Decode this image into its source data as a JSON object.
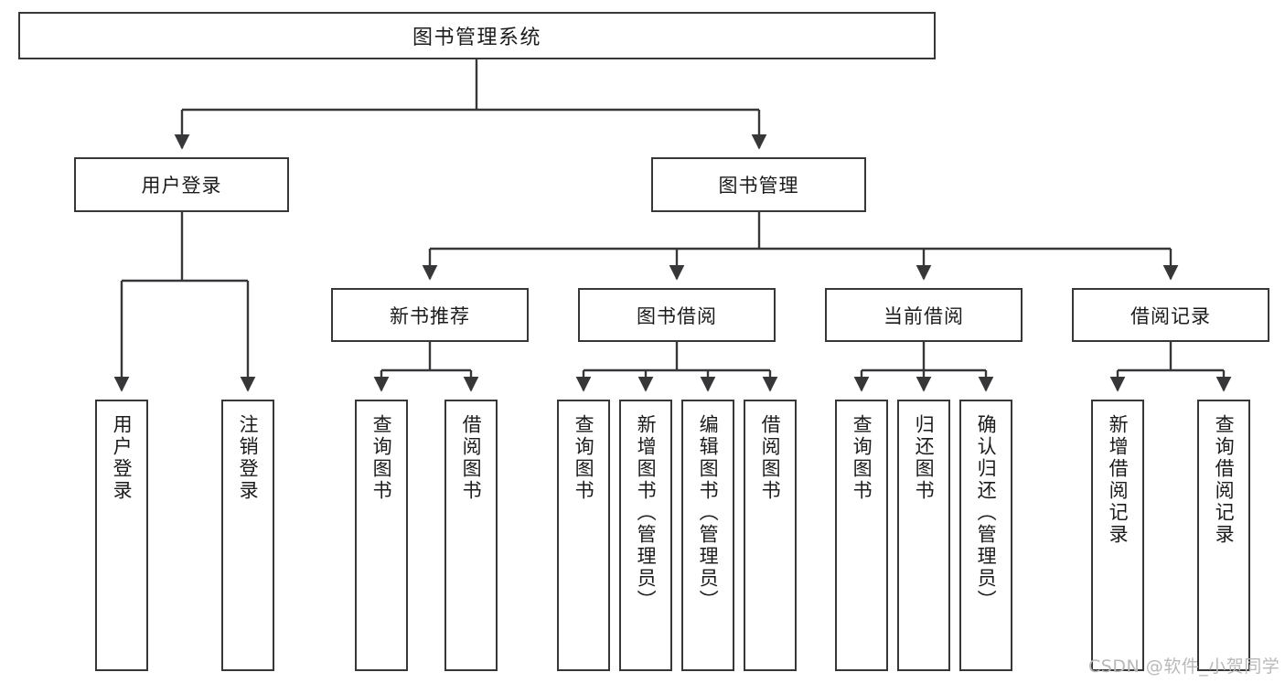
{
  "diagram": {
    "title": "图书管理系统",
    "watermark": "CSDN @软件_小贺同学",
    "stroke_color": "#37373a",
    "fill_color": "#ffffff",
    "text_color": "#1b1b1b",
    "watermark_color": "#b9b9b9"
  },
  "nodes": {
    "root": {
      "label": "图书管理系统"
    },
    "level2": [
      {
        "label": "用户登录"
      },
      {
        "label": "图书管理"
      }
    ],
    "level3": [
      {
        "label": "新书推荐"
      },
      {
        "label": "图书借阅"
      },
      {
        "label": "当前借阅"
      },
      {
        "label": "借阅记录"
      }
    ],
    "leaves": {
      "user_login": [
        {
          "label": "用户登录"
        },
        {
          "label": "注销登录"
        }
      ],
      "new_book": [
        {
          "label": "查询图书"
        },
        {
          "label": "借阅图书"
        }
      ],
      "book_borrow": [
        {
          "label": "查询图书"
        },
        {
          "label": "新增图书（管理员）"
        },
        {
          "label": "编辑图书（管理员）"
        },
        {
          "label": "借阅图书"
        }
      ],
      "current_borrow": [
        {
          "label": "查询图书"
        },
        {
          "label": "归还图书"
        },
        {
          "label": "确认归还（管理员）"
        }
      ],
      "borrow_record": [
        {
          "label": "新增借阅记录"
        },
        {
          "label": "查询借阅记录"
        }
      ]
    }
  }
}
